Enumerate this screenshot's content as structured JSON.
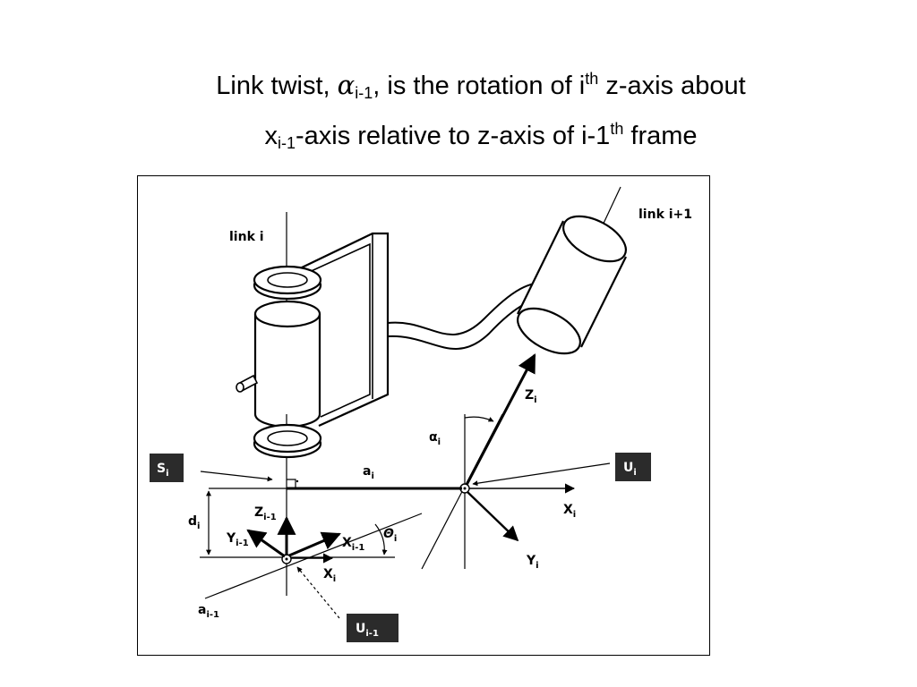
{
  "title": {
    "line1_pre": "Link twist, ",
    "alpha": "α",
    "alpha_sub": "i-1",
    "line1_mid": ", is the rotation of i",
    "line1_sup": "th",
    "line1_post": " z-axis about",
    "line2_pre": "x",
    "line2_sub": "i-1",
    "line2_mid": "-axis relative to z-axis of i-1",
    "line2_sup": "th",
    "line2_post": " frame"
  },
  "diagram": {
    "link_i": "link i",
    "link_i1": "link i+1",
    "a_i": "a",
    "a_i_sub": "i",
    "alpha_i": "α",
    "alpha_i_sub": "i",
    "z_i": "Z",
    "z_i_sub": "i",
    "x_i": "X",
    "x_i_sub": "i",
    "y_i": "Y",
    "y_i_sub": "i",
    "d_i": "d",
    "d_i_sub": "i",
    "z_im1": "Z",
    "z_im1_sub": "i-1",
    "y_im1": "Y",
    "y_im1_sub": "i-1",
    "x_im1": "X",
    "x_im1_sub": "i-1",
    "x_i_lower": "X",
    "x_i_lower_sub": "i",
    "theta_i": "Θ",
    "theta_i_sub": "i",
    "a_im1": "a",
    "a_im1_sub": "i-1",
    "s_box": "S",
    "s_box_sub": "i",
    "u_box": "U",
    "u_box_sub": "i",
    "u_box_lower": "U",
    "u_box_lower_sub": "i-1"
  }
}
